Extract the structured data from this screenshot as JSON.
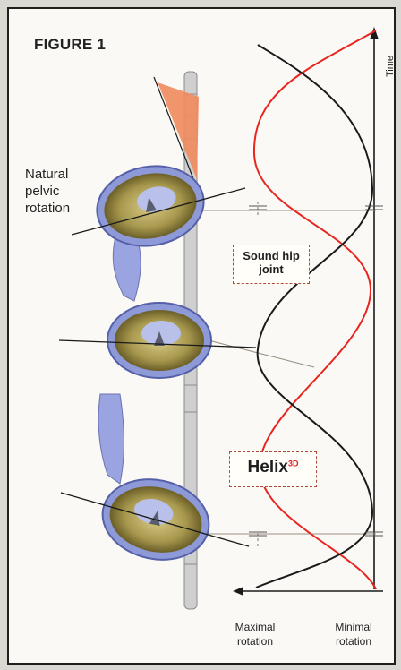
{
  "figure": {
    "title": "FIGURE 1",
    "time_label": "Time",
    "natural_rotation": [
      "Natural",
      "pelvic",
      "rotation"
    ],
    "sound_hip": [
      "Sound hip",
      "joint"
    ],
    "helix_name": "Helix",
    "helix_sup": "3D",
    "max_rotation": [
      "Maximal",
      "rotation"
    ],
    "min_rotation": [
      "Minimal",
      "rotation"
    ]
  },
  "colors": {
    "panel_bg": "#faf9f5",
    "border": "#1f1f1f",
    "curve_red": "#e8251f",
    "curve_black": "#1a1a1a",
    "pelvis_blue": "#8e9ad8",
    "pelvis_bone": "#7a6a30",
    "wedge_orange": "#f08a5d"
  },
  "icons": {
    "pelvis": "pelvis-cross-section-icon",
    "prosthesis": "prosthesis-pylon-icon",
    "wedge": "rotation-wedge-icon"
  }
}
